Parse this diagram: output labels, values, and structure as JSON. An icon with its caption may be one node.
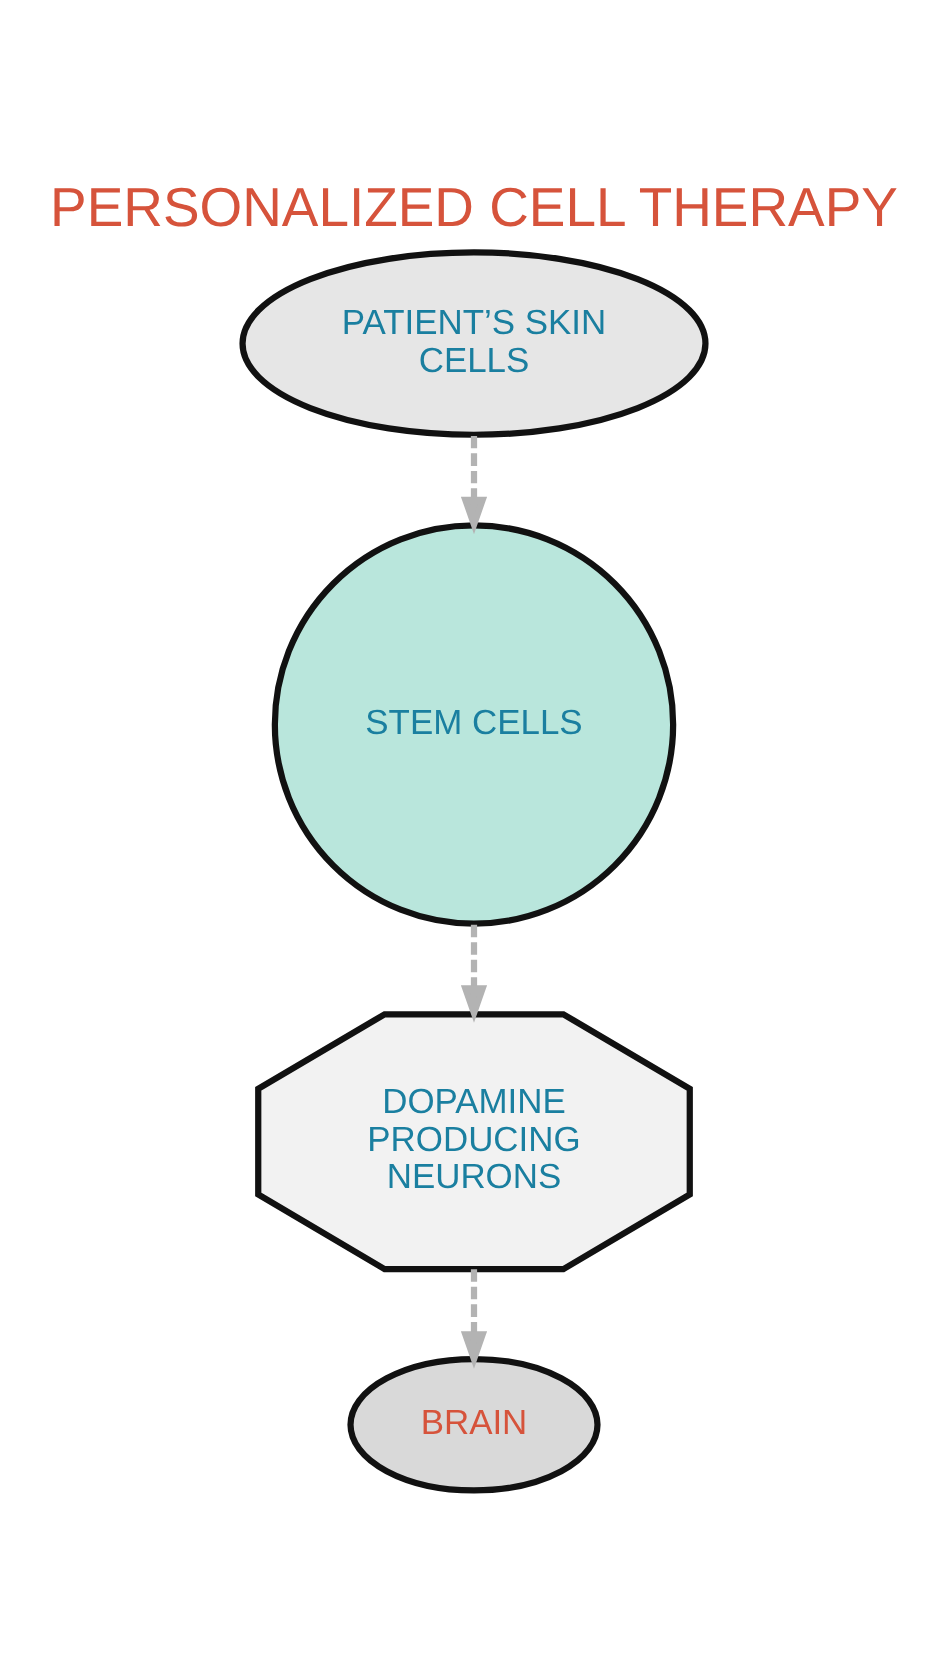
{
  "diagram": {
    "title": "PERSONALIZED CELL THERAPY",
    "nodes": [
      {
        "text": [
          "PATIENT’S SKIN CELLS"
        ]
      },
      {
        "text": [
          "STEM CELLS"
        ]
      },
      {
        "text": [
          "DOPAMINE PRODUCING NEURONS"
        ]
      },
      {
        "text": [
          "BRAIN"
        ]
      }
    ],
    "edges": [
      {
        "from": 0,
        "to": 1,
        "arrow": "to",
        "style": "dashed"
      },
      {
        "from": 1,
        "to": 2,
        "arrow": "to",
        "style": "dashed"
      },
      {
        "from": 2,
        "to": 3,
        "arrow": "to",
        "style": "dashed"
      }
    ]
  }
}
